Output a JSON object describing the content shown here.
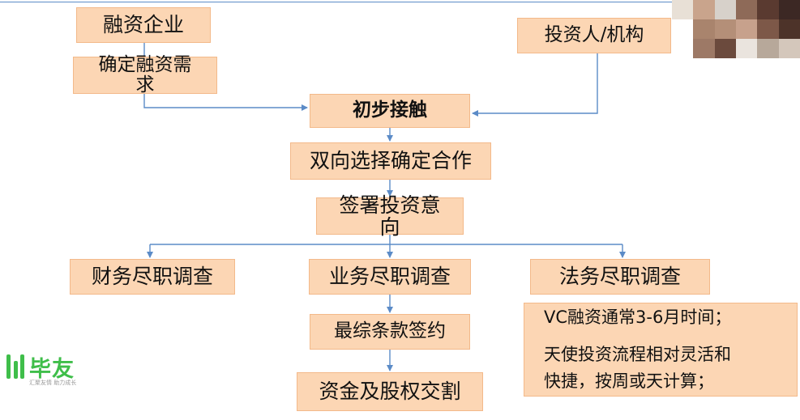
{
  "diagram": {
    "nodes": {
      "financing_company": "融资企业",
      "define_needs_line1": "确定融资需",
      "define_needs_line2": "求",
      "investor": "投资人/机构",
      "initial_contact": "初步接触",
      "mutual_selection": "双向选择确定合作",
      "sign_intent_line1": "签署投资意",
      "sign_intent_line2": "向",
      "financial_dd": "财务尽职调查",
      "business_dd": "业务尽职调查",
      "legal_dd": "法务尽职调查",
      "final_terms": "最综条款签约",
      "capital_delivery": "资金及股权交割"
    },
    "note": {
      "line1": "VC融资通常3-6月时间；",
      "line2": "天使投资流程相对灵活和",
      "line3": "快捷，按周或天计算；"
    }
  },
  "logo": {
    "name": "毕友",
    "slogan": "汇聚友情  助力成长"
  },
  "colors": {
    "box_fill": "#fcd6b4",
    "connector": "#5b8bc7",
    "logo": "#3fbe4a"
  }
}
